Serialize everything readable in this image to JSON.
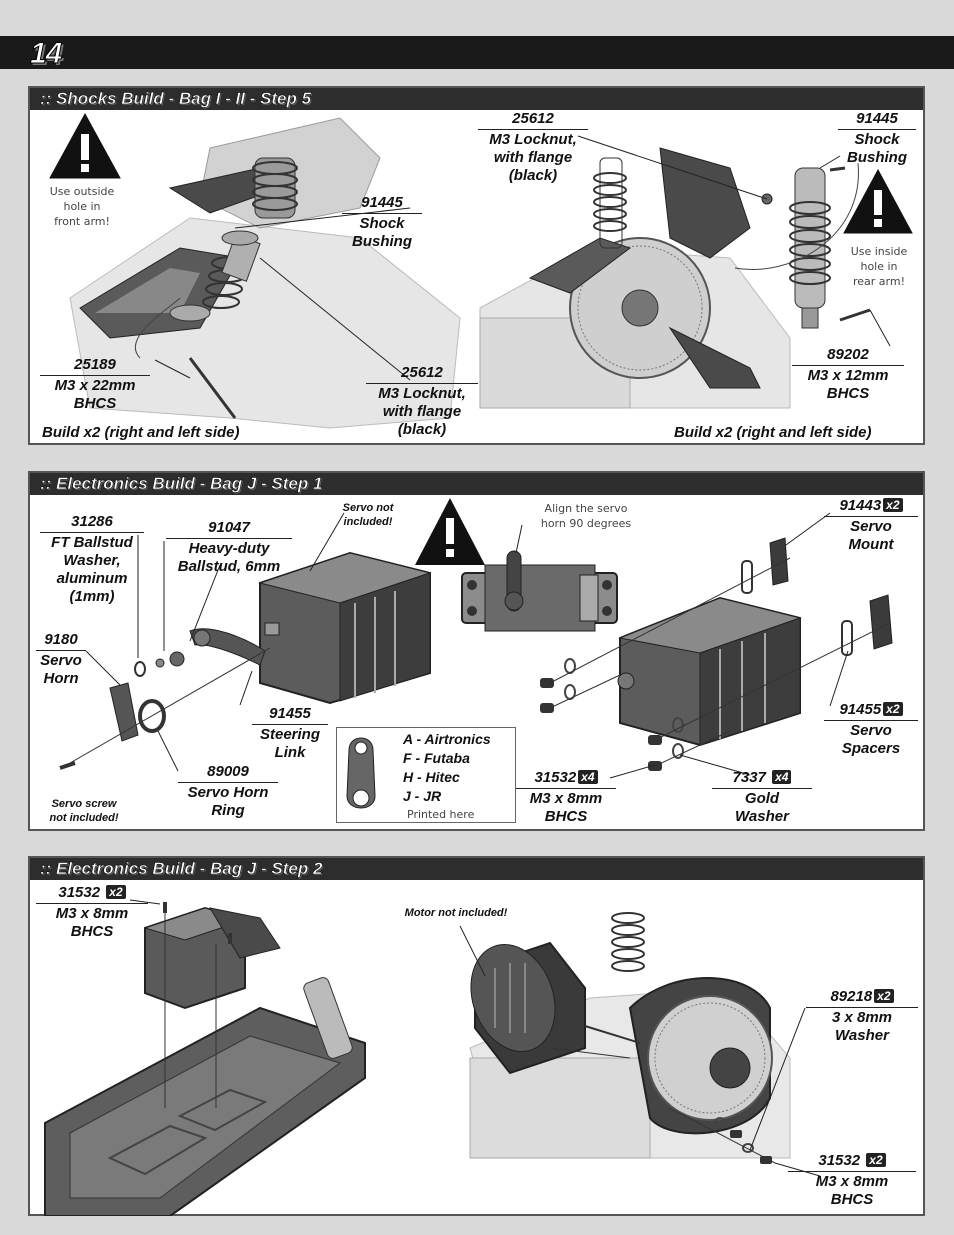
{
  "page": {
    "number": "14"
  },
  "panel1": {
    "title": ":: Shocks Build - Bag I - II - Step 5",
    "left": {
      "note": [
        "Use outside",
        "hole in",
        "front arm!"
      ],
      "parts": [
        {
          "pn": "91445",
          "desc": [
            "Shock",
            "Bushing"
          ]
        },
        {
          "pn": "25189",
          "desc": [
            "M3 x 22mm",
            "BHCS"
          ]
        },
        {
          "pn": "25612",
          "desc": [
            "M3 Locknut,",
            "with flange",
            "(black)"
          ]
        }
      ],
      "build": "Build x2 (right and left side)"
    },
    "right": {
      "note": [
        "Use inside",
        "hole in",
        "rear arm!"
      ],
      "parts": [
        {
          "pn": "25612",
          "desc": [
            "M3 Locknut,",
            "with flange",
            "(black)"
          ]
        },
        {
          "pn": "91445",
          "desc": [
            "Shock",
            "Bushing"
          ]
        },
        {
          "pn": "89202",
          "desc": [
            "M3 x 12mm",
            "BHCS"
          ]
        }
      ],
      "build": "Build x2 (right and left side)"
    }
  },
  "panel2": {
    "title": ":: Electronics Build - Bag J - Step 1",
    "servo_note": [
      "Servo not",
      "included!"
    ],
    "align_note": [
      "Align the servo",
      "horn 90 degrees"
    ],
    "screw_note": [
      "Servo screw",
      "not included!"
    ],
    "parts": {
      "p31286": {
        "pn": "31286",
        "desc": [
          "FT Ballstud",
          "Washer,",
          "aluminum",
          "(1mm)"
        ]
      },
      "p91047": {
        "pn": "91047",
        "desc": [
          "Heavy-duty",
          "Ballstud, 6mm"
        ]
      },
      "p9180": {
        "pn": "9180",
        "desc": [
          "Servo",
          "Horn"
        ]
      },
      "p91455a": {
        "pn": "91455",
        "desc": [
          "Steering",
          "Link"
        ]
      },
      "p89009": {
        "pn": "89009",
        "desc": [
          "Servo Horn",
          "Ring"
        ]
      },
      "p91443": {
        "pn": "91443",
        "qty": "x2",
        "desc": [
          "Servo",
          "Mount"
        ]
      },
      "p91455b": {
        "pn": "91455",
        "qty": "x2",
        "desc": [
          "Servo",
          "Spacers"
        ]
      },
      "p31532": {
        "pn": "31532",
        "qty": "x4",
        "desc": [
          "M3 x 8mm",
          "BHCS"
        ]
      },
      "p7337": {
        "pn": "7337",
        "qty": "x4",
        "desc": [
          "Gold",
          "Washer"
        ]
      }
    },
    "legend": {
      "rows": [
        "A - Airtronics",
        "F - Futaba",
        "H - Hitec",
        "J - JR"
      ],
      "printed": "Printed here"
    }
  },
  "panel3": {
    "title": ":: Electronics Build - Bag J - Step 2",
    "motor_note": "Motor not included!",
    "parts": {
      "p31532a": {
        "pn": "31532",
        "qty": "x2",
        "desc": [
          "M3 x 8mm",
          "BHCS"
        ]
      },
      "p89218": {
        "pn": "89218",
        "qty": "x2",
        "desc": [
          "3 x 8mm",
          "Washer"
        ]
      },
      "p31532b": {
        "pn": "31532",
        "qty": "x2",
        "desc": [
          "M3 x 8mm",
          "BHCS"
        ]
      }
    }
  },
  "colors": {
    "header": "#2d2d2d",
    "page_bar": "#1a1a1a",
    "background": "#d9d9d9"
  }
}
